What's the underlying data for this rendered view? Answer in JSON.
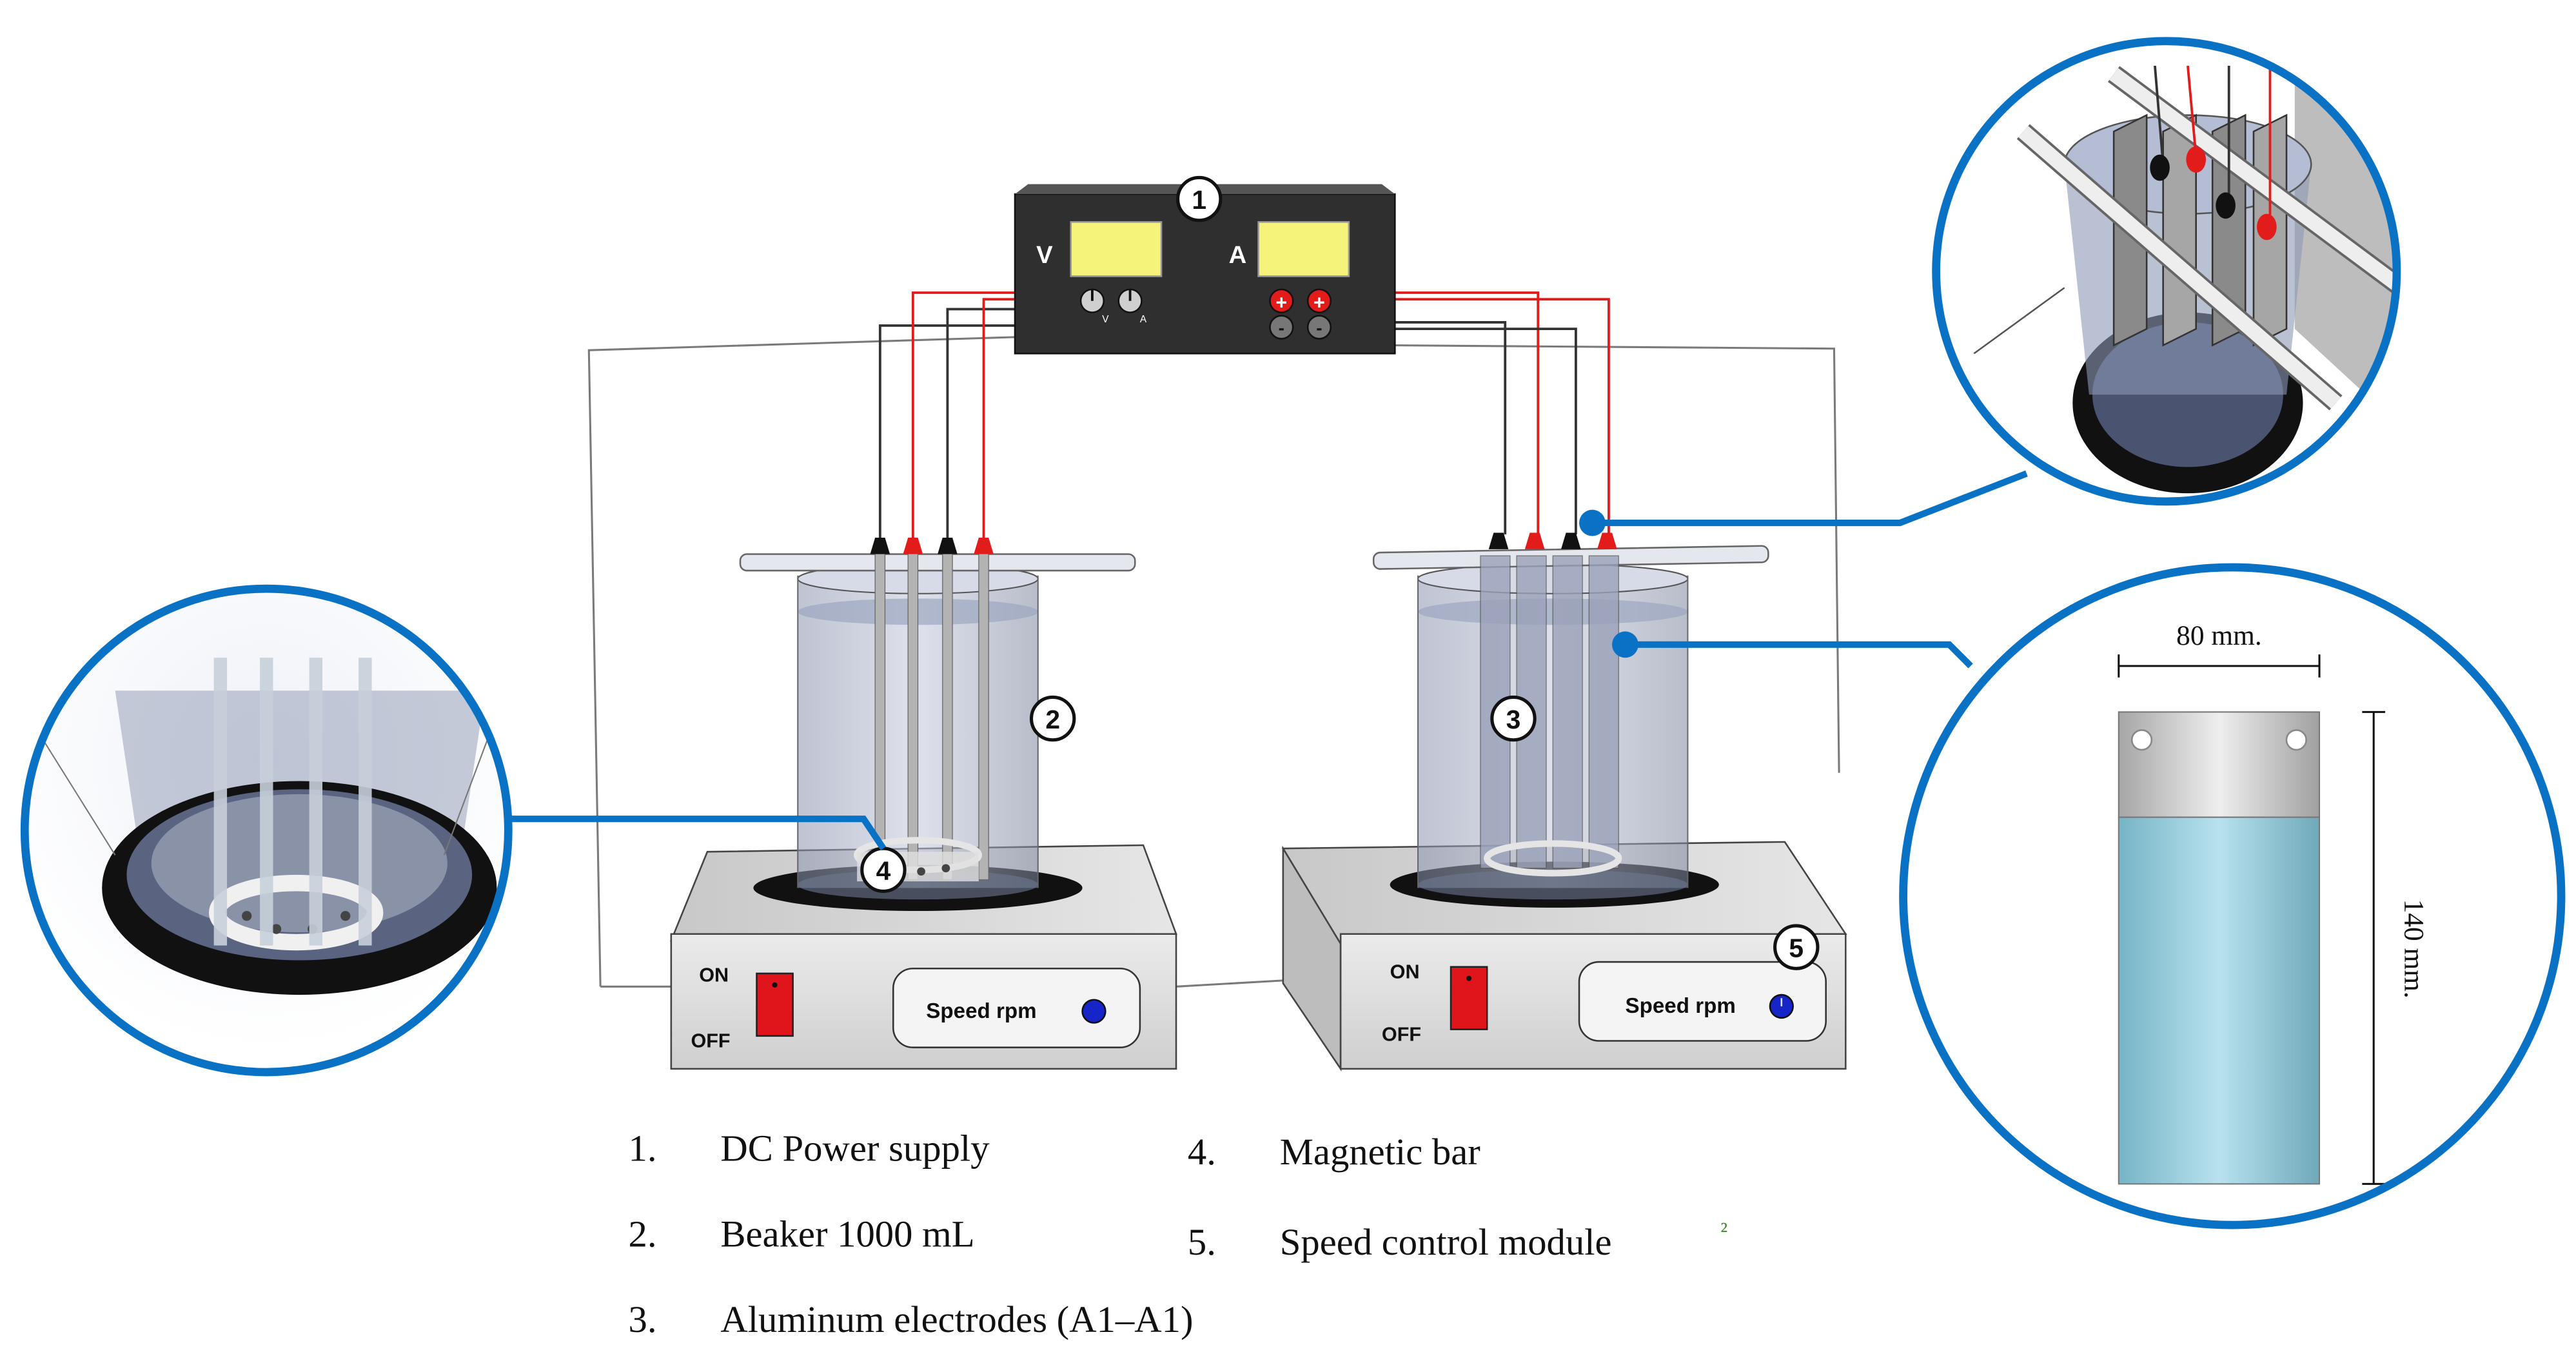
{
  "power_supply": {
    "voltmeter_label": "V",
    "ammeter_label": "A",
    "knob_v_label": "V",
    "knob_a_label": "A",
    "plus_symbol": "+",
    "minus_symbol": "-"
  },
  "callouts": {
    "c1": "1",
    "c2": "2",
    "c3": "3",
    "c4": "4",
    "c5": "5"
  },
  "stirrers": {
    "on_label": "ON",
    "off_label": "OFF",
    "speed_label": "Speed rpm"
  },
  "electrode_detail": {
    "width_label": "80 mm.",
    "height_label": "140 mm."
  },
  "legend": {
    "items": [
      {
        "num": "1.",
        "text": "DC Power supply"
      },
      {
        "num": "2.",
        "text": "Beaker 1000 mL"
      },
      {
        "num": "3.",
        "text": "Aluminum electrodes (A1–A1)"
      },
      {
        "num": "4.",
        "text": "Magnetic bar"
      },
      {
        "num": "5.",
        "text": "Speed control module"
      }
    ],
    "footnote_mark": "²"
  },
  "colors": {
    "detail_ring": "#0a72c4",
    "wire_red": "#e21b1b",
    "wire_dark": "#333333",
    "water": "#8ec9dc",
    "switch_red": "#e0151c",
    "knob_blue": "#1525c8",
    "meter_yellow": "#f6f37a"
  }
}
